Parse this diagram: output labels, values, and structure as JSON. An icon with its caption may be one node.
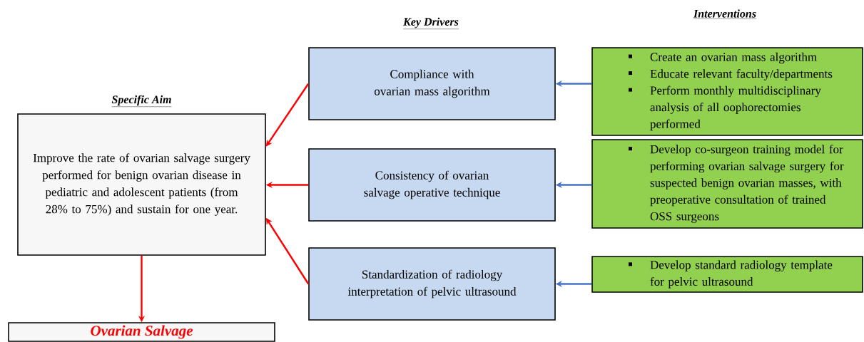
{
  "diagram": {
    "nodes": [
      {
        "text": [
          "Specific Aim",
          "Improve the rate of ovarian salvage surgery performed for benign ovarian disease in pediatric and adolescent patients (from 28% to 75%) and sustain for one year."
        ]
      },
      {
        "text": [
          "Ovarian Salvage"
        ]
      },
      {
        "text": [
          "Compliance with ovarian mass algorithm"
        ]
      },
      {
        "text": [
          "Consistency of ovarian salvage operative technique"
        ]
      },
      {
        "text": [
          "Standardization of radiology interpretation of pelvic ultrasound"
        ]
      },
      {
        "text": [
          "Create an ovarian mass algorithm",
          "Educate relevant faculty/departments",
          "Perform monthly multidisciplinary analysis of all oophorectomies performed"
        ]
      },
      {
        "text": [
          "Develop co-surgeon training model for performing ovarian salvage surgery for suspected benign ovarian masses, with preoperative consultation of trained OSS surgeons"
        ]
      },
      {
        "text": [
          "Develop standard radiology template for pelvic ultrasound"
        ]
      }
    ],
    "edges": [
      {
        "from": 2,
        "to": 0,
        "arrow": "to",
        "color": "#ff0000"
      },
      {
        "from": 3,
        "to": 0,
        "arrow": "to",
        "color": "#ff0000"
      },
      {
        "from": 4,
        "to": 0,
        "arrow": "to",
        "color": "#ff0000"
      },
      {
        "from": 0,
        "to": 1,
        "arrow": "to",
        "color": "#ff0000"
      },
      {
        "from": 5,
        "to": 2,
        "arrow": "to",
        "color": "#4472c4"
      },
      {
        "from": 6,
        "to": 3,
        "arrow": "to",
        "color": "#4472c4"
      },
      {
        "from": 7,
        "to": 4,
        "arrow": "to",
        "color": "#4472c4"
      }
    ],
    "labels": [
      "Key Drivers",
      "Interventions"
    ]
  }
}
